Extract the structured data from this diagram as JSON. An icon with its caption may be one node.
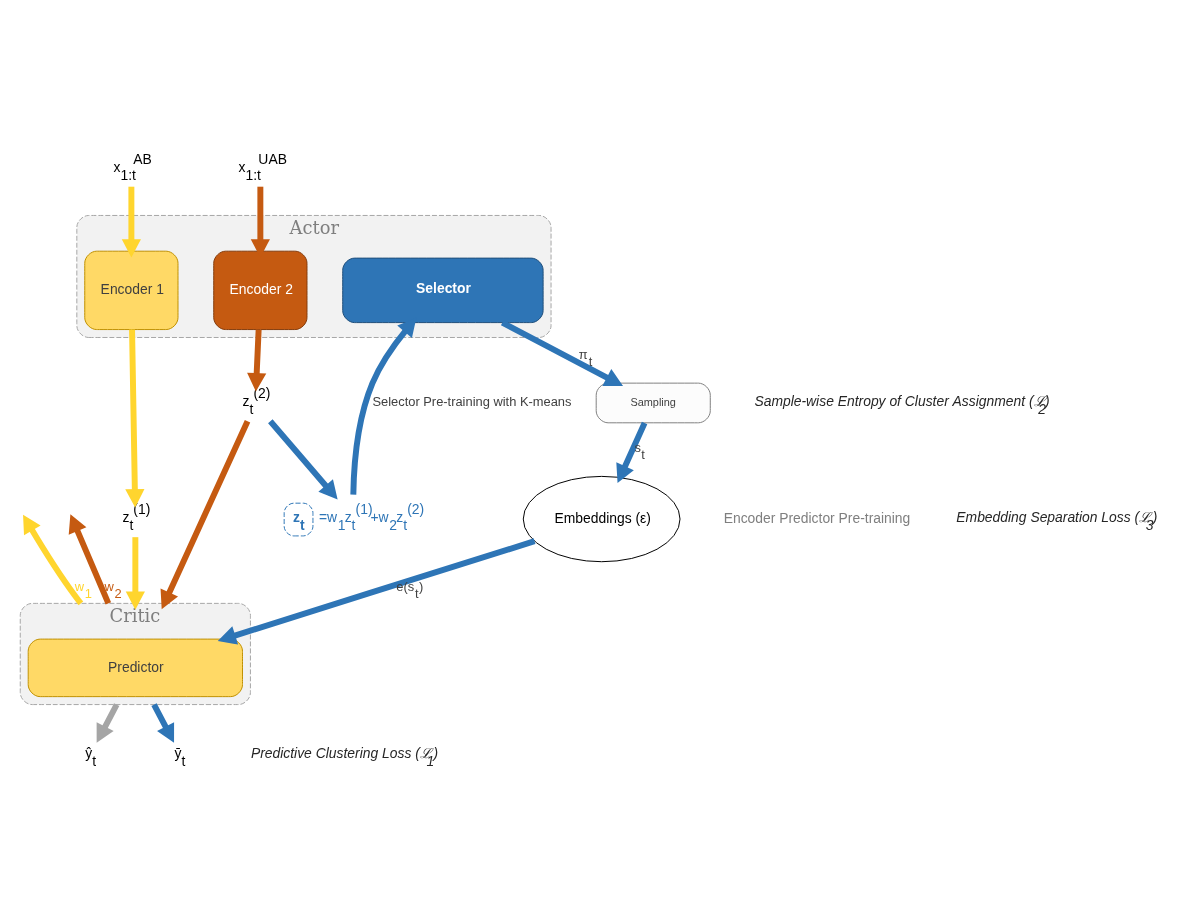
{
  "diagram": {
    "nodes": [
      {
        "text": [
          "Actor"
        ]
      },
      {
        "text": [
          "Encoder 1"
        ],
        "in": 0
      },
      {
        "text": [
          "Encoder 2"
        ],
        "in": 0
      },
      {
        "text": [
          "Selector"
        ],
        "in": 0
      },
      {
        "text": [
          "x$_{1:t}$$^{AB}$"
        ]
      },
      {
        "text": [
          "x$_{1:t}$$^{UAB}$"
        ]
      },
      {
        "text": [
          "z$_{t}$$^{(1)}$"
        ]
      },
      {
        "text": [
          "z$_{t}$$^{(2)}$"
        ]
      },
      {
        "text": [
          "z$_{t}$"
        ],
        "beside": [
          "=w$_{1}$z$_{t}$$^{(1)}$+w$_{2}$z$_{t}$$^{(2)}$"
        ]
      },
      {
        "text": [
          "Sampling"
        ]
      },
      {
        "text": [
          "Embeddings (ε)"
        ]
      },
      {
        "text": [
          "Critic"
        ]
      },
      {
        "text": [
          "Predictor"
        ],
        "in": 11
      },
      {
        "text": [
          "ŷ$_{t}$"
        ]
      },
      {
        "text": [
          "ȳ$_{t}$"
        ]
      }
    ],
    "edges": [
      {
        "from": 4,
        "to": 1,
        "arrow": "to",
        "color": "#ffd52e"
      },
      {
        "from": 5,
        "to": 2,
        "arrow": "to",
        "color": "#c55a11"
      },
      {
        "from": 1,
        "to": 6,
        "arrow": "to",
        "color": "#ffd52e"
      },
      {
        "from": 2,
        "to": 7,
        "arrow": "to",
        "color": "#c55a11"
      },
      {
        "from": 6,
        "to": 11,
        "arrow": "to",
        "color": "#ffd52e"
      },
      {
        "from": 7,
        "to": 11,
        "arrow": "to",
        "color": "#c55a11"
      },
      {
        "from": 11,
        "to": null,
        "arrow": "to",
        "label": "w$_{1}$",
        "color": "#ffd52e"
      },
      {
        "from": 11,
        "to": null,
        "arrow": "to",
        "label": "w$_{2}$",
        "color": "#c55a11"
      },
      {
        "from": 7,
        "to": 8,
        "arrow": "to"
      },
      {
        "from": 8,
        "to": 3,
        "arrow": "to",
        "label": "Selector Pre-training with K-means"
      },
      {
        "from": 3,
        "to": 9,
        "arrow": "to",
        "label": "π$_{t}$"
      },
      {
        "from": 9,
        "to": 10,
        "arrow": "to",
        "label": "s$_{t}$"
      },
      {
        "from": 10,
        "to": 12,
        "arrow": "to",
        "label": "e(s$_{t}$)"
      },
      {
        "from": 11,
        "to": 13,
        "arrow": "to",
        "color": "#a5a5a5"
      },
      {
        "from": 11,
        "to": 14,
        "arrow": "to"
      }
    ],
    "labels": [
      "Encoder Predictor Pre-training",
      "Sample-wise Entropy of Cluster Assignment (ℒ$_{2}$)",
      "Embedding Separation Loss (ℒ$_{3}$)",
      "Predictive Clustering Loss (ℒ$_{1}$)"
    ]
  }
}
